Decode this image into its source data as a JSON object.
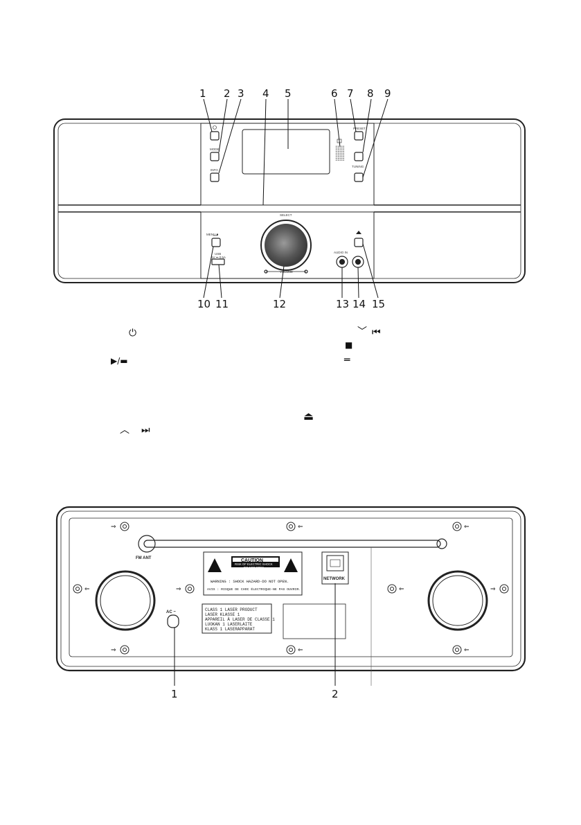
{
  "front": {
    "callouts": [
      "1",
      "2",
      "3",
      "4",
      "5",
      "6",
      "7",
      "8",
      "9",
      "10",
      "11",
      "12",
      "13",
      "14",
      "15"
    ],
    "panel_labels": {
      "mode": "MODE",
      "info": "INFO",
      "preset": "PRESET",
      "tuning": "TUNING",
      "menu": "MENU ■",
      "usb": "USB",
      "usb_sub": "5V ⎓ 0.5A",
      "select": "SELECT",
      "volume": "VOLUME",
      "audio_in": "AUDIO IN"
    }
  },
  "legend_symbols": {
    "power": "⏻",
    "play_stop": "▶/▬",
    "up": "︿",
    "next": "⏭",
    "down": "﹀",
    "prev": "⏮",
    "stop": "■",
    "menu": "═",
    "eject": "⏏"
  },
  "back": {
    "fm_ant": "FM ANT",
    "caution_title": "CAUTION",
    "caution_sub1": "RISK OF ELECTRIC SHOCK",
    "caution_sub2": "DO NOT OPEN",
    "warning": "WARNING : SHOCK HAZARD-DO NOT OPEN.",
    "avis": "AVIS : RISQUE DE CHOC ÉLECTRIQUE-NE PAS OUVRIR.",
    "laser_lines": [
      "CLASS 1 LASER PRODUCT",
      "LASER KLASSE 1",
      "APPAREIL À LASER DE CLASSE 1",
      "LUOKAN 1 LASERLAITE",
      "KLASS 1 LASERAPPARAT"
    ],
    "network": "NETWORK",
    "ac": "AC ~",
    "callouts": [
      "1",
      "2"
    ]
  }
}
